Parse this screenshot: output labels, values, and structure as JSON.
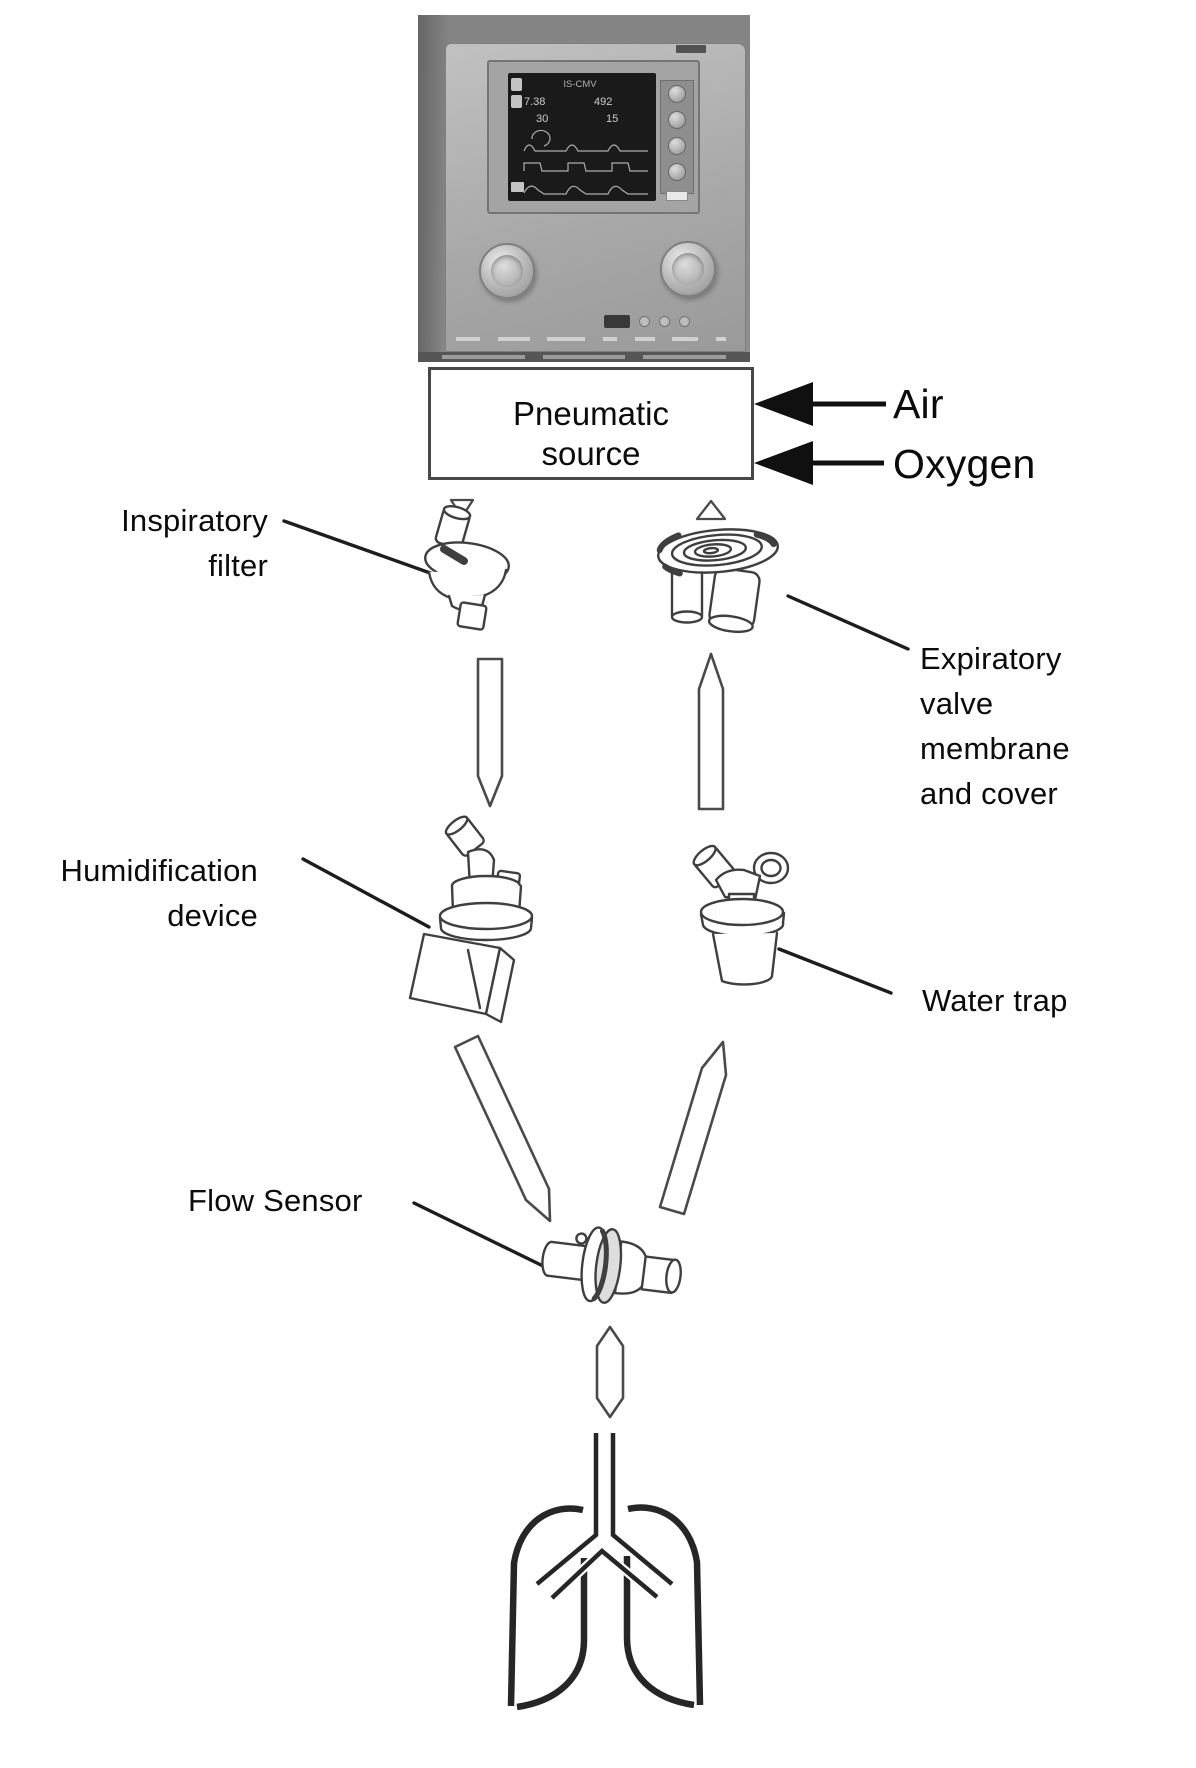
{
  "ventilator": {
    "screen": {
      "mode": "IS-CMV",
      "values": {
        "top_left": "7.38",
        "top_right": "492",
        "bottom_left": "30",
        "bottom_right": "15"
      }
    }
  },
  "pneumatic_source": {
    "line1": "Pneumatic",
    "line2": "source"
  },
  "gas_supply": {
    "air": "Air",
    "oxygen": "Oxygen"
  },
  "labels": {
    "inspiratory_filter": {
      "line1": "Inspiratory",
      "line2": "filter"
    },
    "expiratory_valve": {
      "line1": "Expiratory",
      "line2": "valve",
      "line3": "membrane",
      "line4": "and cover"
    },
    "humidification_device": {
      "line1": "Humidification",
      "line2": "device"
    },
    "water_trap": "Water trap",
    "flow_sensor": "Flow Sensor"
  },
  "colors": {
    "diagram_line": "#3f3f3f",
    "label_text": "#0b0b0b",
    "arrow_fill": "#101010",
    "screen_background": "#1a1a1a"
  }
}
